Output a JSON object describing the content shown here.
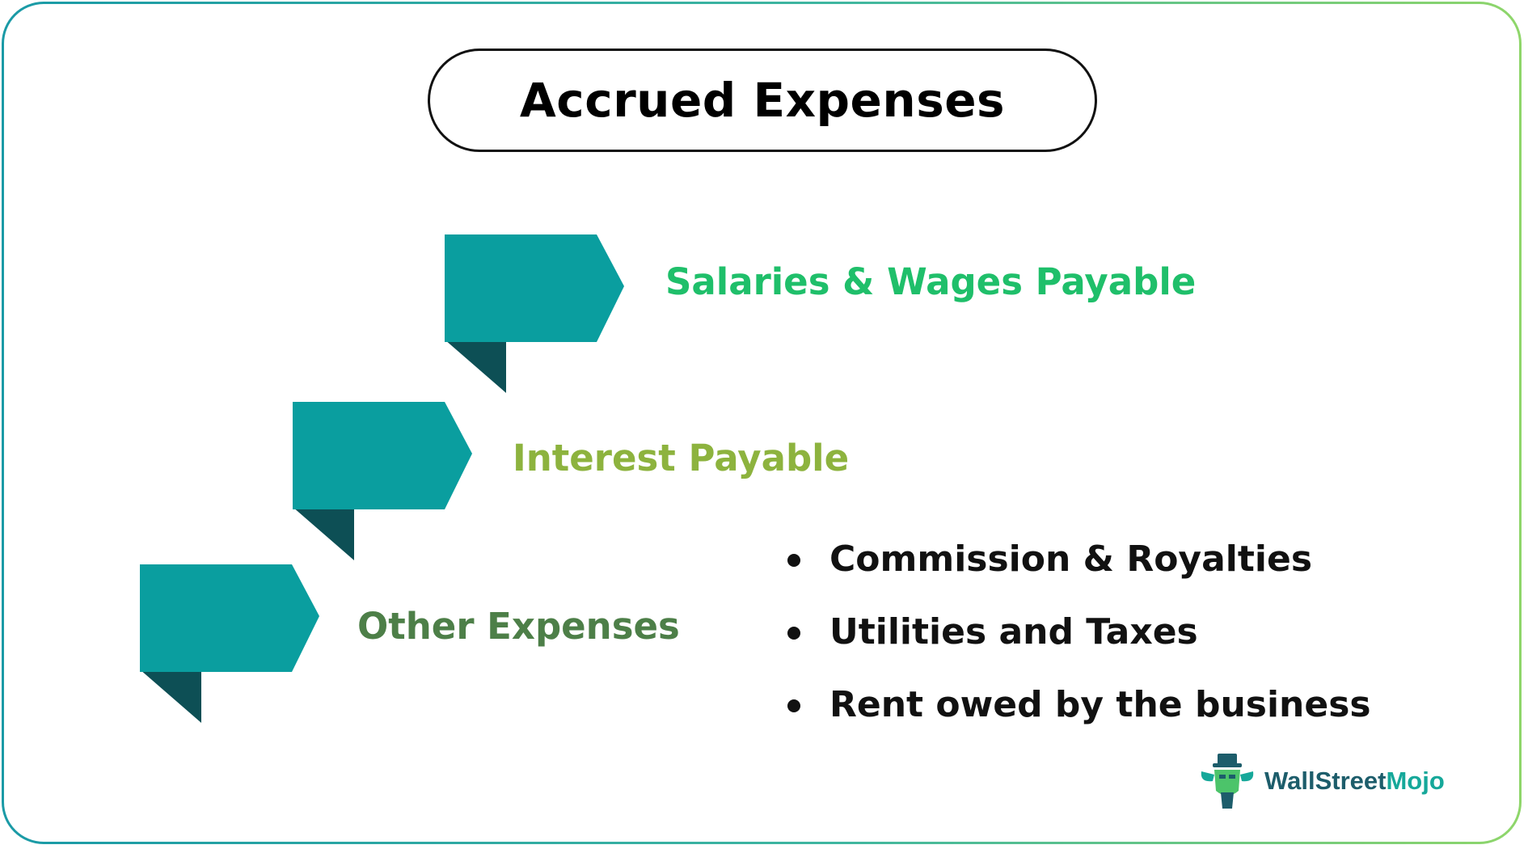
{
  "title": "Accrued Expenses",
  "items": [
    {
      "label": "Salaries & Wages Payable",
      "color": "#1fbf6a"
    },
    {
      "label": "Interest Payable",
      "color": "#8db33e"
    },
    {
      "label": "Other Expenses",
      "color": "#4d7f48"
    }
  ],
  "other_expenses_list": [
    "Commission & Royalties",
    "Utilities and Taxes",
    "Rent owed by the business"
  ],
  "logo": {
    "part1": "WallStreet",
    "part2": "Mojo",
    "icon": "bull-mascot-icon"
  },
  "colors": {
    "ribbon_face": "#0a9e9f",
    "ribbon_fold": "#0d4f55",
    "frame_left": "#1a9aa6",
    "frame_right": "#8fd66a"
  }
}
